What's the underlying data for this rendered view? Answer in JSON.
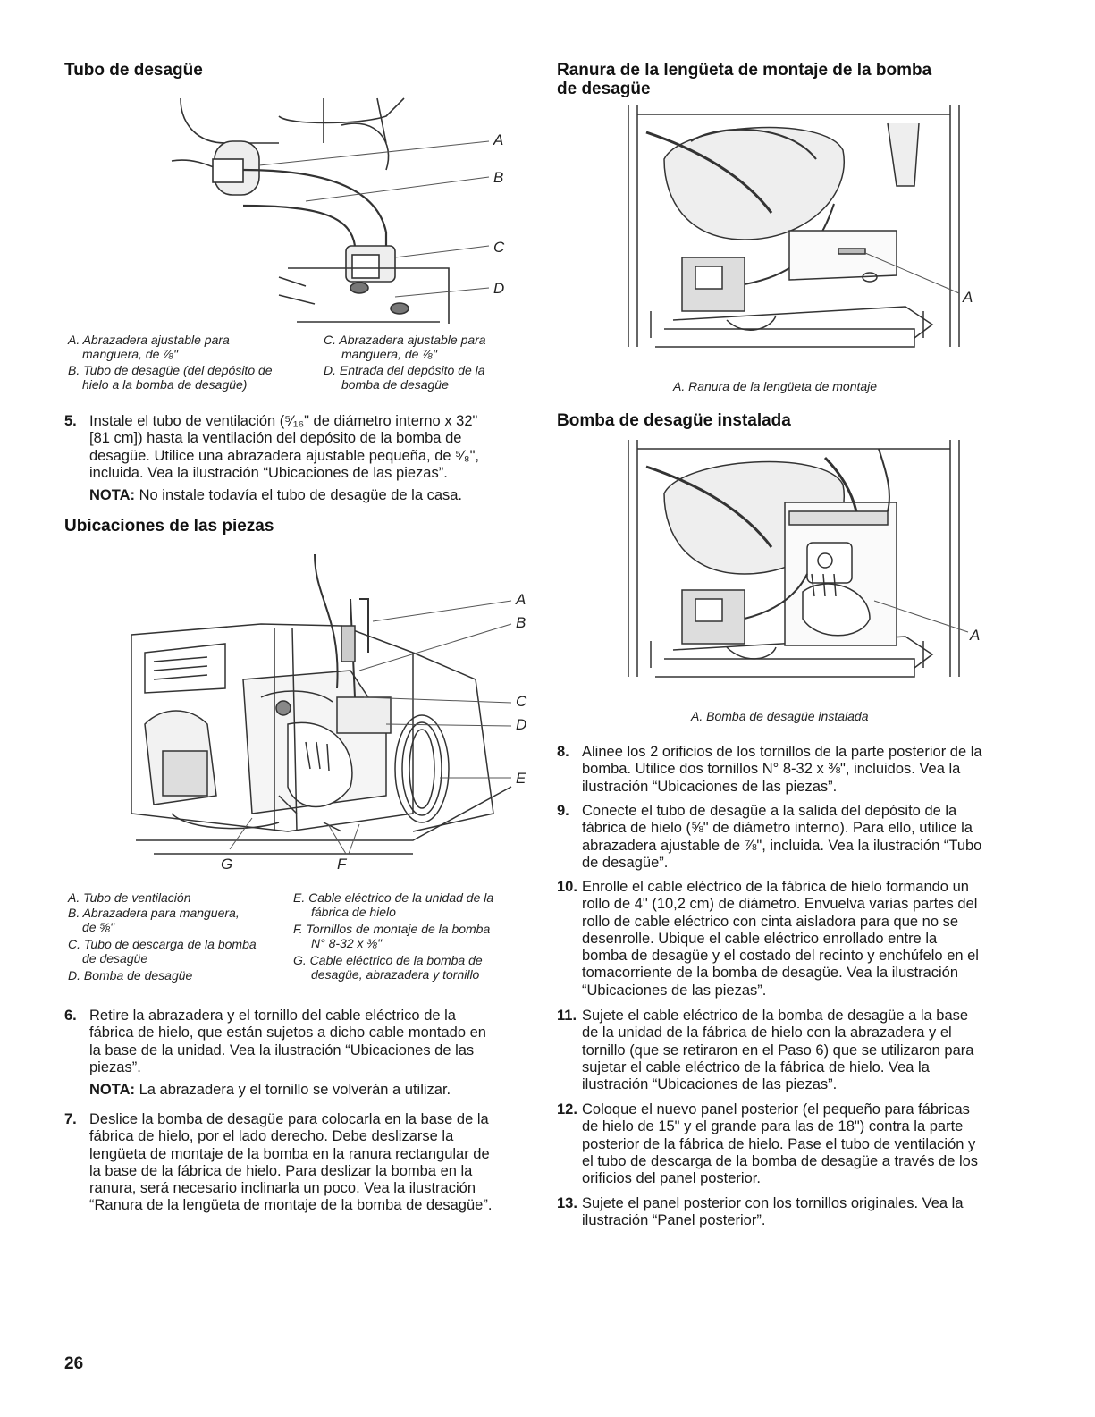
{
  "left": {
    "h_drain_tube": "Tubo de desagüe",
    "fig1_labels": [
      "A",
      "B",
      "C",
      "D"
    ],
    "fig1_caption": {
      "a1": "A. Abrazadera ajustable para",
      "a2": "manguera, de ⅞\"",
      "b1": "B. Tubo de desagüe (del depósito de",
      "b2": "hielo a la bomba de desagüe)",
      "c1": "C. Abrazadera ajustable para",
      "c2": "manguera, de ⅞\"",
      "d1": "D. Entrada del depósito de la",
      "d2": "bomba de desagüe"
    },
    "step5": {
      "num": "5.",
      "l1": "Instale el tubo de ventilación (⁵⁄₁₆\" de diámetro interno x 32\"",
      "l2": "[81 cm]) hasta la ventilación del depósito de la bomba de",
      "l3": "desagüe. Utilice una abrazadera ajustable pequeña, de ⁵⁄₈\",",
      "l4": "incluida. Vea la ilustración “Ubicaciones de las piezas”.",
      "note_label": "NOTA:",
      "note": " No instale todavía el tubo de desagüe de la casa."
    },
    "h_parts": "Ubicaciones de las piezas",
    "fig2_labels": [
      "A",
      "B",
      "C",
      "D",
      "E",
      "G",
      "F"
    ],
    "fig2_caption": {
      "a": "A. Tubo de ventilación",
      "b1": "B. Abrazadera para manguera,",
      "b2": "de ⅝\"",
      "c1": "C. Tubo de descarga de la bomba",
      "c2": "de desagüe",
      "d": "D. Bomba de desagüe",
      "e1": "E. Cable eléctrico de la unidad de la",
      "e2": "fábrica de hielo",
      "f1": "F. Tornillos de montaje de la bomba",
      "f2": "N° 8-32 x ⅜\"",
      "g1": "G. Cable eléctrico de la bomba de",
      "g2": "desagüe, abrazadera y tornillo"
    },
    "step6": {
      "num": "6.",
      "l1": "Retire la abrazadera y el tornillo del cable eléctrico de la",
      "l2": "fábrica de hielo, que están sujetos a dicho cable montado en",
      "l3": "la base de la unidad. Vea la ilustración “Ubicaciones de las",
      "l4": "piezas”.",
      "note_label": "NOTA:",
      "note": " La abrazadera y el tornillo se volverán a utilizar."
    },
    "step7": {
      "num": "7.",
      "l1": "Deslice la bomba de desagüe para colocarla en la base de la",
      "l2": "fábrica de hielo, por el lado derecho. Debe deslizarse la",
      "l3": "lengüeta de montaje de la bomba en la ranura rectangular de",
      "l4": "la base de la fábrica de hielo. Para deslizar la bomba en la",
      "l5": "ranura, será necesario inclinarla un poco. Vea la ilustración",
      "l6": "“Ranura de la lengüeta de montaje de la bomba de desagüe”."
    }
  },
  "right": {
    "h_slot_1": "Ranura de la lengüeta de montaje de la bomba",
    "h_slot_2": "de desagüe",
    "fig3_label": "A",
    "fig3_caption": "A. Ranura de la lengüeta de montaje",
    "h_installed": "Bomba de desagüe instalada",
    "fig4_label": "A",
    "fig4_caption": "A. Bomba de desagüe instalada",
    "step8": {
      "num": "8.",
      "l1": "Alinee los 2 orificios de los tornillos de la parte posterior de la",
      "l2": "bomba. Utilice dos tornillos N° 8-32 x ⅜\", incluidos. Vea la",
      "l3": "ilustración “Ubicaciones de las piezas”."
    },
    "step9": {
      "num": "9.",
      "l1": "Conecte el tubo de desagüe a la salida del depósito de la",
      "l2": "fábrica de hielo (⅝\" de diámetro interno). Para ello, utilice la",
      "l3": "abrazadera ajustable de ⅞\", incluida. Vea la ilustración “Tubo",
      "l4": "de desagüe”."
    },
    "step10": {
      "num": "10.",
      "l1": "Enrolle el cable eléctrico de la fábrica de hielo formando un",
      "l2": "rollo de 4\" (10,2 cm) de diámetro. Envuelva varias partes del",
      "l3": "rollo de cable eléctrico con cinta aisladora para que no se",
      "l4": "desenrolle. Ubique el cable eléctrico enrollado entre la",
      "l5": "bomba de desagüe y el costado del recinto y enchúfelo en el",
      "l6": "tomacorriente de la bomba de desagüe. Vea la ilustración",
      "l7": "“Ubicaciones de las piezas”."
    },
    "step11": {
      "num": "11.",
      "l1": "Sujete el cable eléctrico de la bomba de desagüe a la base",
      "l2": "de la unidad de la fábrica de hielo con la abrazadera y el",
      "l3": "tornillo (que se retiraron en el Paso 6) que se utilizaron para",
      "l4": "sujetar el cable eléctrico de la fábrica de hielo. Vea la",
      "l5": "ilustración “Ubicaciones de las piezas”."
    },
    "step12": {
      "num": "12.",
      "l1": "Coloque el nuevo panel posterior (el pequeño para fábricas",
      "l2": "de hielo de 15\" y el grande para las de 18\") contra la parte",
      "l3": "posterior de la fábrica de hielo. Pase el tubo de ventilación y",
      "l4": "el tubo de descarga de la bomba de desagüe a través de los",
      "l5": "orificios del panel posterior."
    },
    "step13": {
      "num": "13.",
      "l1": "Sujete el panel posterior con los tornillos originales. Vea la",
      "l2": "ilustración “Panel posterior”."
    }
  },
  "page_number": "26"
}
